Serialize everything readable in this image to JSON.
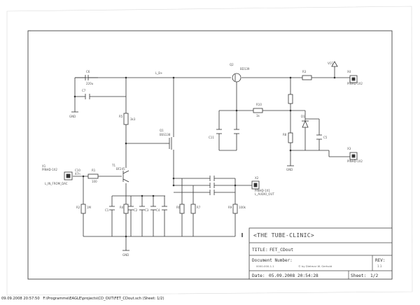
{
  "footer": {
    "print_timestamp": "09.09.2008 20:57:50",
    "file_path": "F:\\Programme\\EAGLE\\projects\\CD_OUT\\FET_CDout.sch (Sheet: 1/2)"
  },
  "title_block": {
    "company": "<THE TUBE-CLINIC>",
    "title_label": "TITLE:",
    "title_value": "FET_CDout",
    "doc_number_label": "Document Number:",
    "doc_number_value": "0000-000-1.1",
    "copyright": "© by Dietmar W. Gerhold",
    "rev_label": "REV:",
    "rev_value": "1.1",
    "date_label": "Date:",
    "date_value": "05.09.2008 20:54:28",
    "sheet_label": "Sheet:",
    "sheet_value": "1/2"
  },
  "schematic_labels": {
    "c6": "C6",
    "c6_value": "220u",
    "c7": "C7",
    "net_l_b": "L_B+",
    "q2": "Q2",
    "q2_value": "BD139",
    "r3": "R3",
    "vcc": "VCC",
    "x4": "X4",
    "x4_sub": "PINHD-1X2",
    "gnd1": "GND",
    "r5": "R5",
    "r5_value": "3k3",
    "r10": "R10",
    "r10_value": "1k",
    "c11": "C11",
    "q1": "Q1",
    "q1_value": "BSS138",
    "x1": "X1",
    "x1_sub": "PINHD-1X2",
    "x1_label": "L_IN_FROM_DAC",
    "c10": "C10",
    "c10_value": "47n",
    "r1": "R1",
    "r1_value": "100",
    "t1": "T1",
    "t1_value": "BF245",
    "x2": "X2",
    "x2_sub": "PINHD-1X1",
    "x2_label": "L_AUDIO_OUT",
    "x3": "X3",
    "x3_sub": "PINHD-1X2",
    "gnd2": "GND",
    "gnd3": "GND",
    "c1": "C1",
    "c2": "C2",
    "c3": "C3",
    "c4": "C4",
    "r2": "R2",
    "r2_value": "1M",
    "r4": "R4",
    "r6": "R6",
    "r7": "R7",
    "r8": "R8",
    "r9": "R9",
    "r9_value": "100k",
    "d1": "D1",
    "c5": "C5"
  },
  "colors": {
    "ink": "#333333",
    "frame": "#555555",
    "paper": "#ffffff"
  }
}
